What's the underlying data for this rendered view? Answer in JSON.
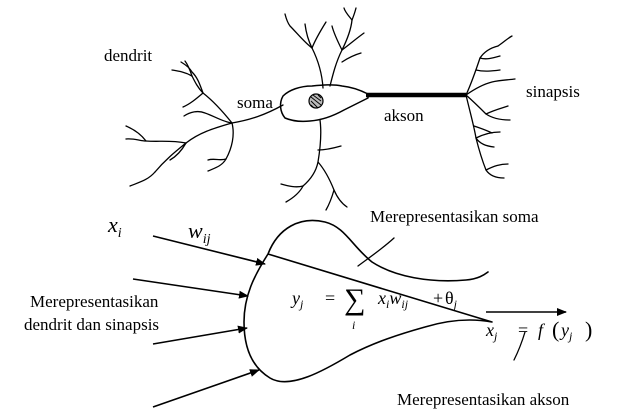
{
  "neuron": {
    "dendrite_label": "dendrit",
    "soma_label": "soma",
    "axon_label": "akson",
    "synapse_label": "sinapsis"
  },
  "model": {
    "input_var": "x",
    "input_sub": "i",
    "weight_var": "w",
    "weight_sub": "ij",
    "soma_note": "Merepresentasikan soma",
    "dendrite_note_line1": "Merepresentasikan",
    "dendrite_note_line2": "dendrit dan sinapsis",
    "axon_note": "Merepresentasikan akson",
    "sum_formula": {
      "y": "y",
      "y_sub": "j",
      "equals": "=",
      "sigma": "∑",
      "sigma_sub": "i",
      "x": "x",
      "x_sub": "i",
      "w": "w",
      "w_sub": "ij",
      "plus": "+",
      "theta": "θ",
      "theta_sub": "j"
    },
    "output_formula": {
      "x": "x",
      "x_sub": "j",
      "equals": "=",
      "f": "f",
      "open": "(",
      "y": "y",
      "y_sub": "j",
      "close": ")"
    }
  }
}
